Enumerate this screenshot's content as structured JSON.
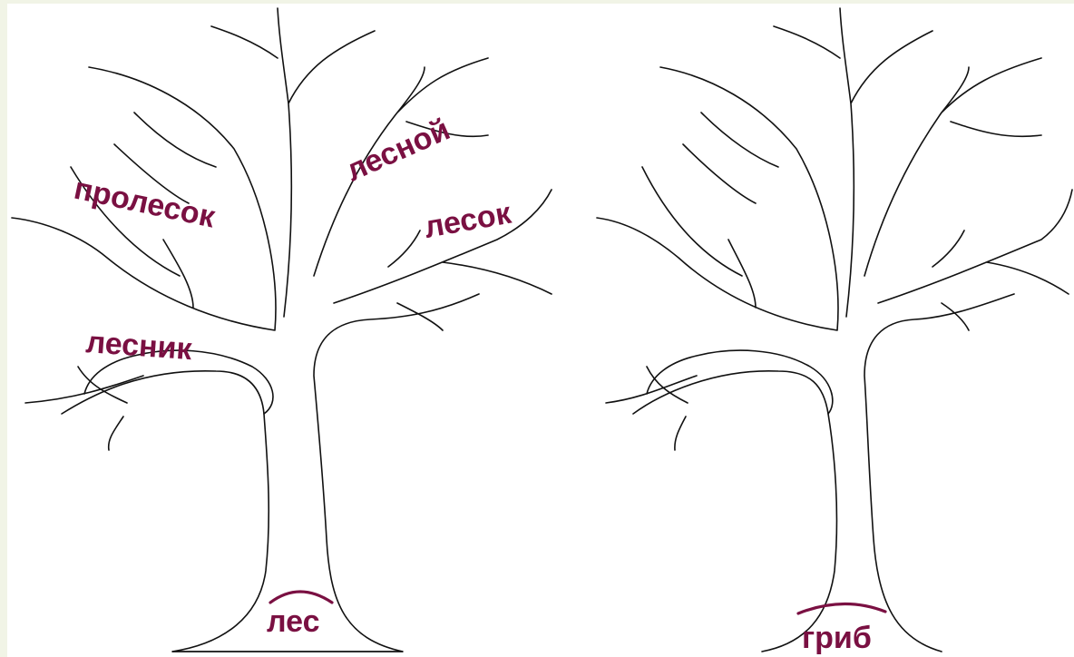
{
  "left_tree": {
    "root_word": "лес",
    "branch_words": [
      "пролесок",
      "лесной",
      "лесок",
      "лесник"
    ]
  },
  "right_tree": {
    "root_word": "гриб",
    "branch_words": []
  },
  "colors": {
    "word_color": "#7a1042",
    "line_color": "#111111",
    "frame_color": "#f1f4e6",
    "paper_color": "#ffffff"
  }
}
